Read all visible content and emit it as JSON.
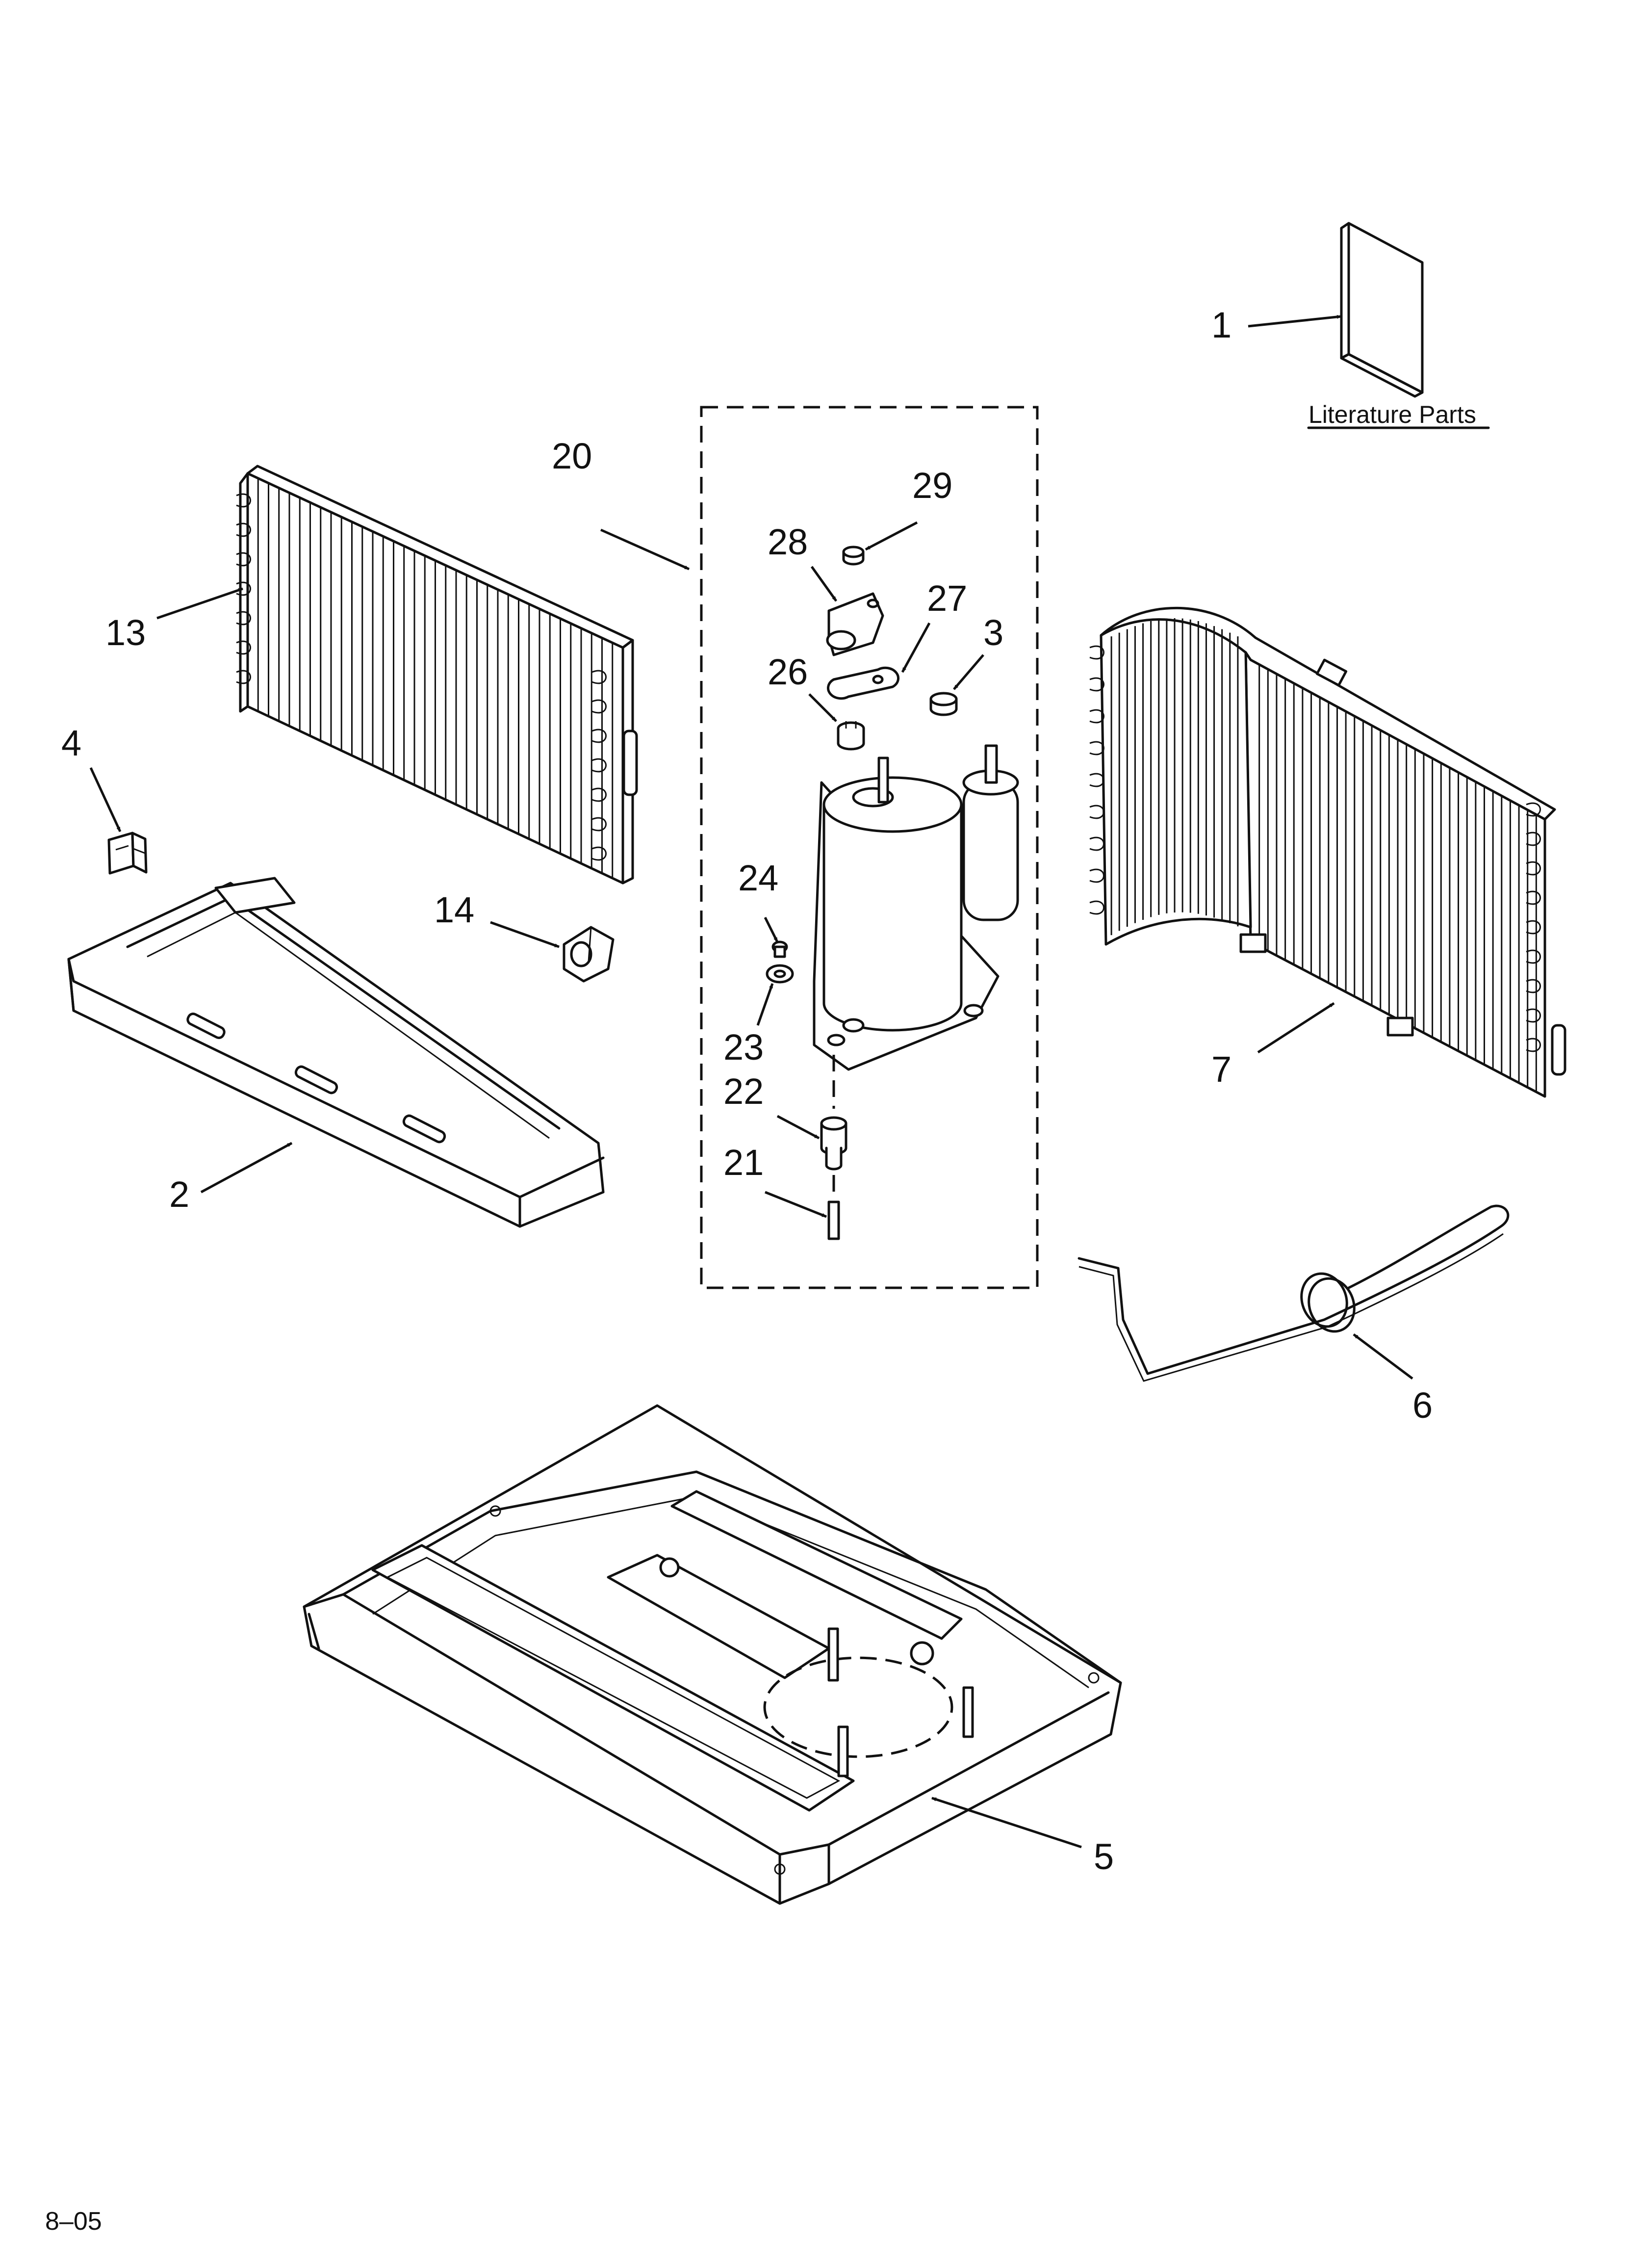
{
  "diagram": {
    "literature_label": "Literature Parts",
    "footer_code": "8–05",
    "callouts": [
      "1",
      "2",
      "3",
      "4",
      "5",
      "6",
      "7",
      "13",
      "14",
      "20",
      "21",
      "22",
      "23",
      "24",
      "26",
      "27",
      "28",
      "29"
    ]
  }
}
